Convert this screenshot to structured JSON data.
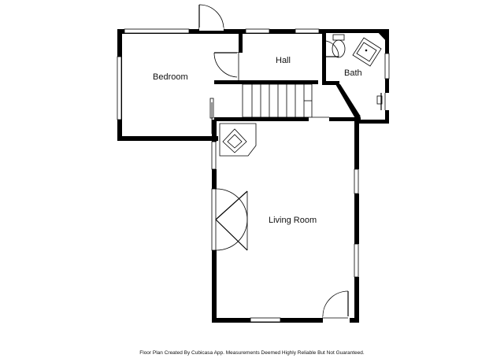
{
  "rooms": {
    "bedroom": "Bedroom",
    "hall": "Hall",
    "bath": "Bath",
    "living_room": "Living Room"
  },
  "footer": {
    "note": "Floor Plan Created By Cubicasa App. Measurements Deemed Highly Reliable But Not Guaranteed."
  }
}
